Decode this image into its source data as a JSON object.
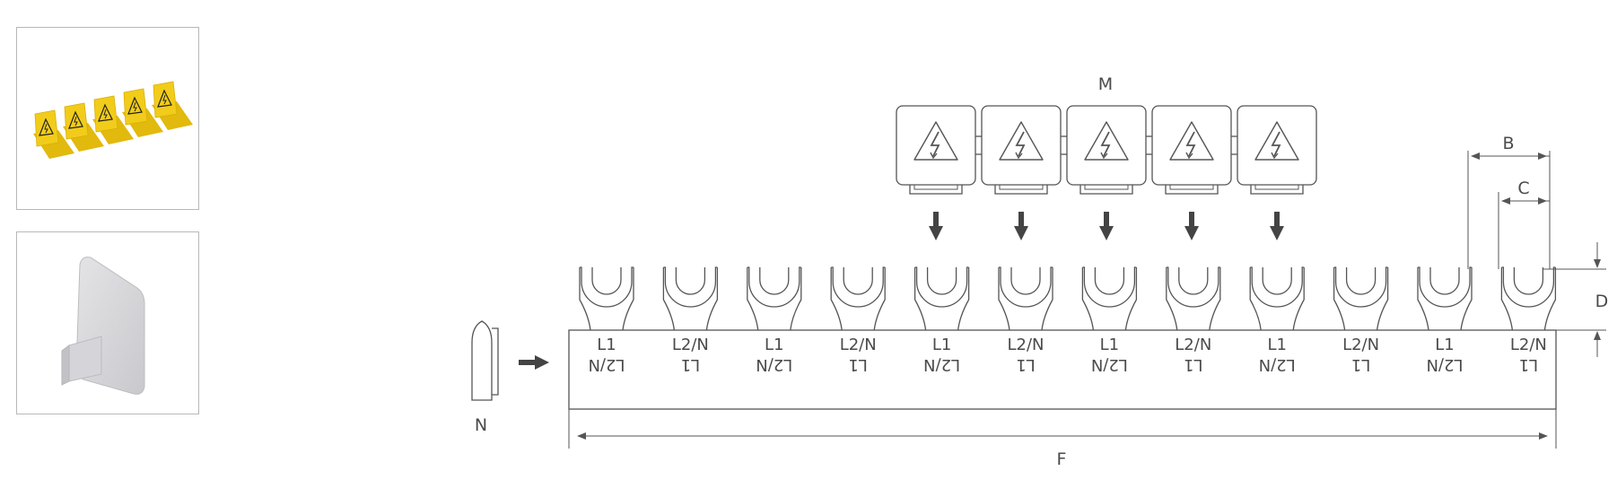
{
  "diagram": {
    "dimension_labels": {
      "M": "M",
      "B": "B",
      "C": "C",
      "D": "D",
      "F": "F",
      "N": "N"
    },
    "phase_top": [
      "L1",
      "L2/N",
      "L1",
      "L2/N",
      "L1",
      "L2/N",
      "L1",
      "L2/N",
      "L1",
      "L2/N",
      "L1",
      "L2/N"
    ],
    "phase_bottom": [
      "L2/N",
      "L1",
      "L2/N",
      "L1",
      "L2/N",
      "L1",
      "L2/N",
      "L1",
      "L2/N",
      "L1",
      "L2/N",
      "L1"
    ],
    "cover_count": 5,
    "colors": {
      "line": "#555555",
      "arrow": "#444444",
      "cover_yellow": "#f2cc1a",
      "endcap_grey": "#d8d8db"
    }
  },
  "thumbnails": [
    {
      "subject": "yellow-touch-protection-covers"
    },
    {
      "subject": "grey-end-cap"
    }
  ]
}
